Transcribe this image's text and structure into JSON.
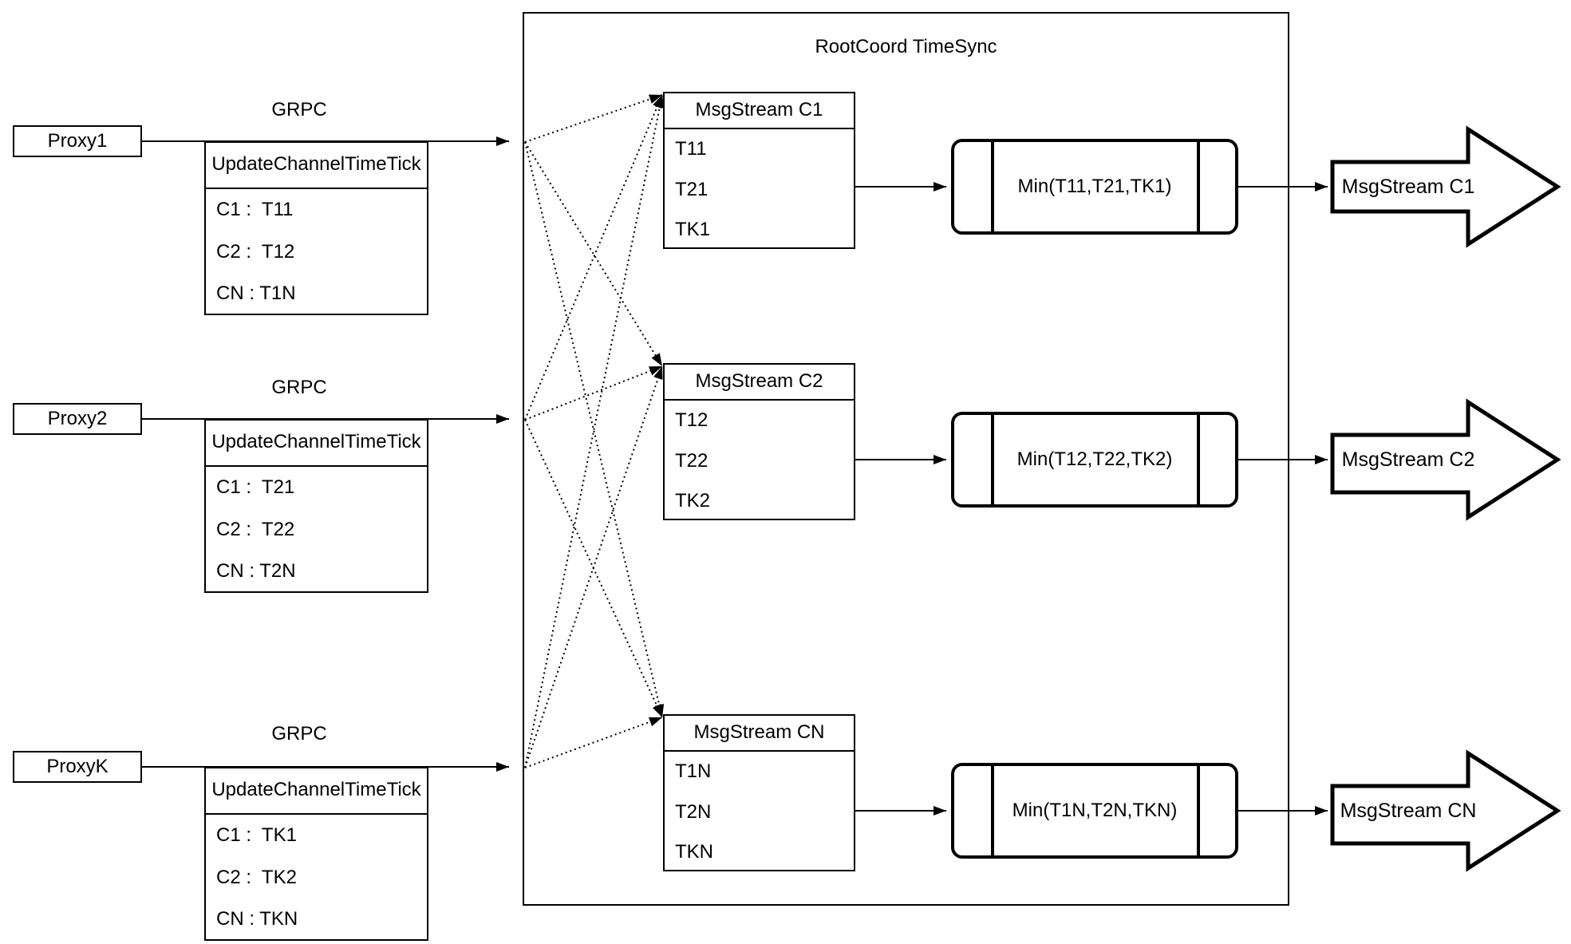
{
  "diagram": {
    "title": "RootCoord TimeSync",
    "colors": {
      "stroke": "#000000",
      "background": "#ffffff"
    },
    "proxies": [
      {
        "name": "Proxy1",
        "protocol": "GRPC",
        "message": {
          "title": "UpdateChannelTimeTick",
          "rows": [
            "C1 :  T11",
            "C2 :  T12",
            "CN : T1N"
          ]
        }
      },
      {
        "name": "Proxy2",
        "protocol": "GRPC",
        "message": {
          "title": "UpdateChannelTimeTick",
          "rows": [
            "C1 :  T21",
            "C2 :  T22",
            "CN : T2N"
          ]
        }
      },
      {
        "name": "ProxyK",
        "protocol": "GRPC",
        "message": {
          "title": "UpdateChannelTimeTick",
          "rows": [
            "C1 :  TK1",
            "C2 :  TK2",
            "CN : TKN"
          ]
        }
      }
    ],
    "streams": [
      {
        "table_title": "MsgStream C1",
        "ticks": [
          "T11",
          "T21",
          "TK1"
        ],
        "min_label": "Min(T11,T21,TK1)",
        "output": "MsgStream C1"
      },
      {
        "table_title": "MsgStream C2",
        "ticks": [
          "T12",
          "T22",
          "TK2"
        ],
        "min_label": "Min(T12,T22,TK2)",
        "output": "MsgStream C2"
      },
      {
        "table_title": "MsgStream CN",
        "ticks": [
          "T1N",
          "T2N",
          "TKN"
        ],
        "min_label": "Min(T1N,T2N,TKN)",
        "output": "MsgStream CN"
      }
    ]
  }
}
